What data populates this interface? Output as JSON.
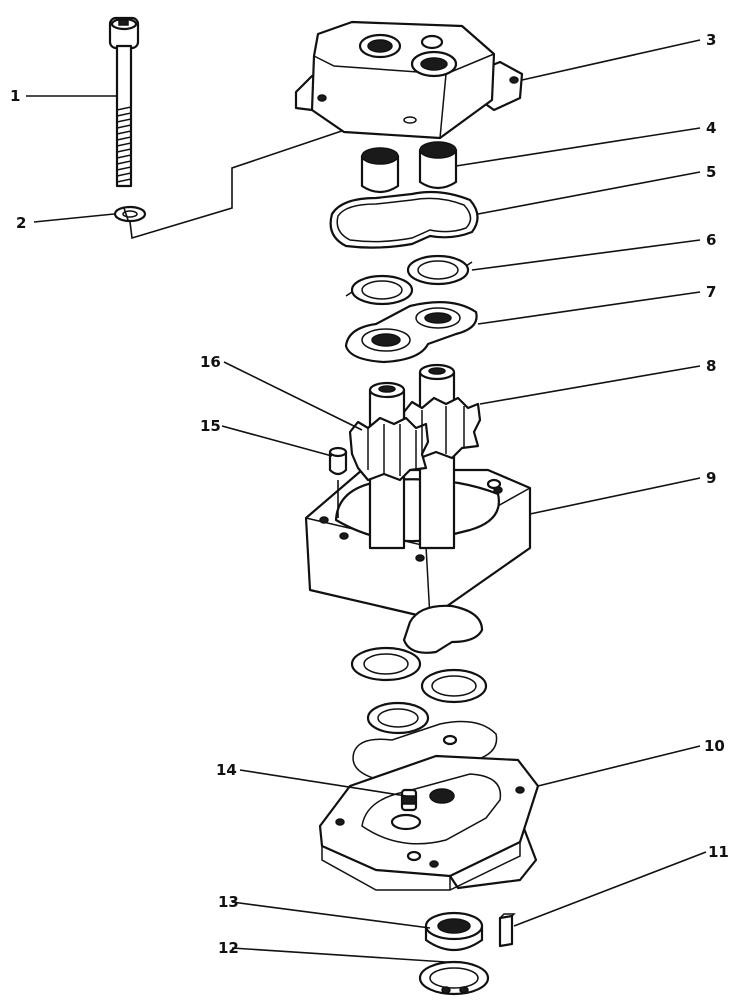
{
  "diagram": {
    "labels": {
      "l1": "1",
      "l2": "2",
      "l3": "3",
      "l4": "4",
      "l5": "5",
      "l6": "6",
      "l7": "7",
      "l8": "8",
      "l9": "9",
      "l10": "10",
      "l11": "11",
      "l12": "12",
      "l13": "13",
      "l14": "14",
      "l15": "15",
      "l16": "16"
    }
  }
}
